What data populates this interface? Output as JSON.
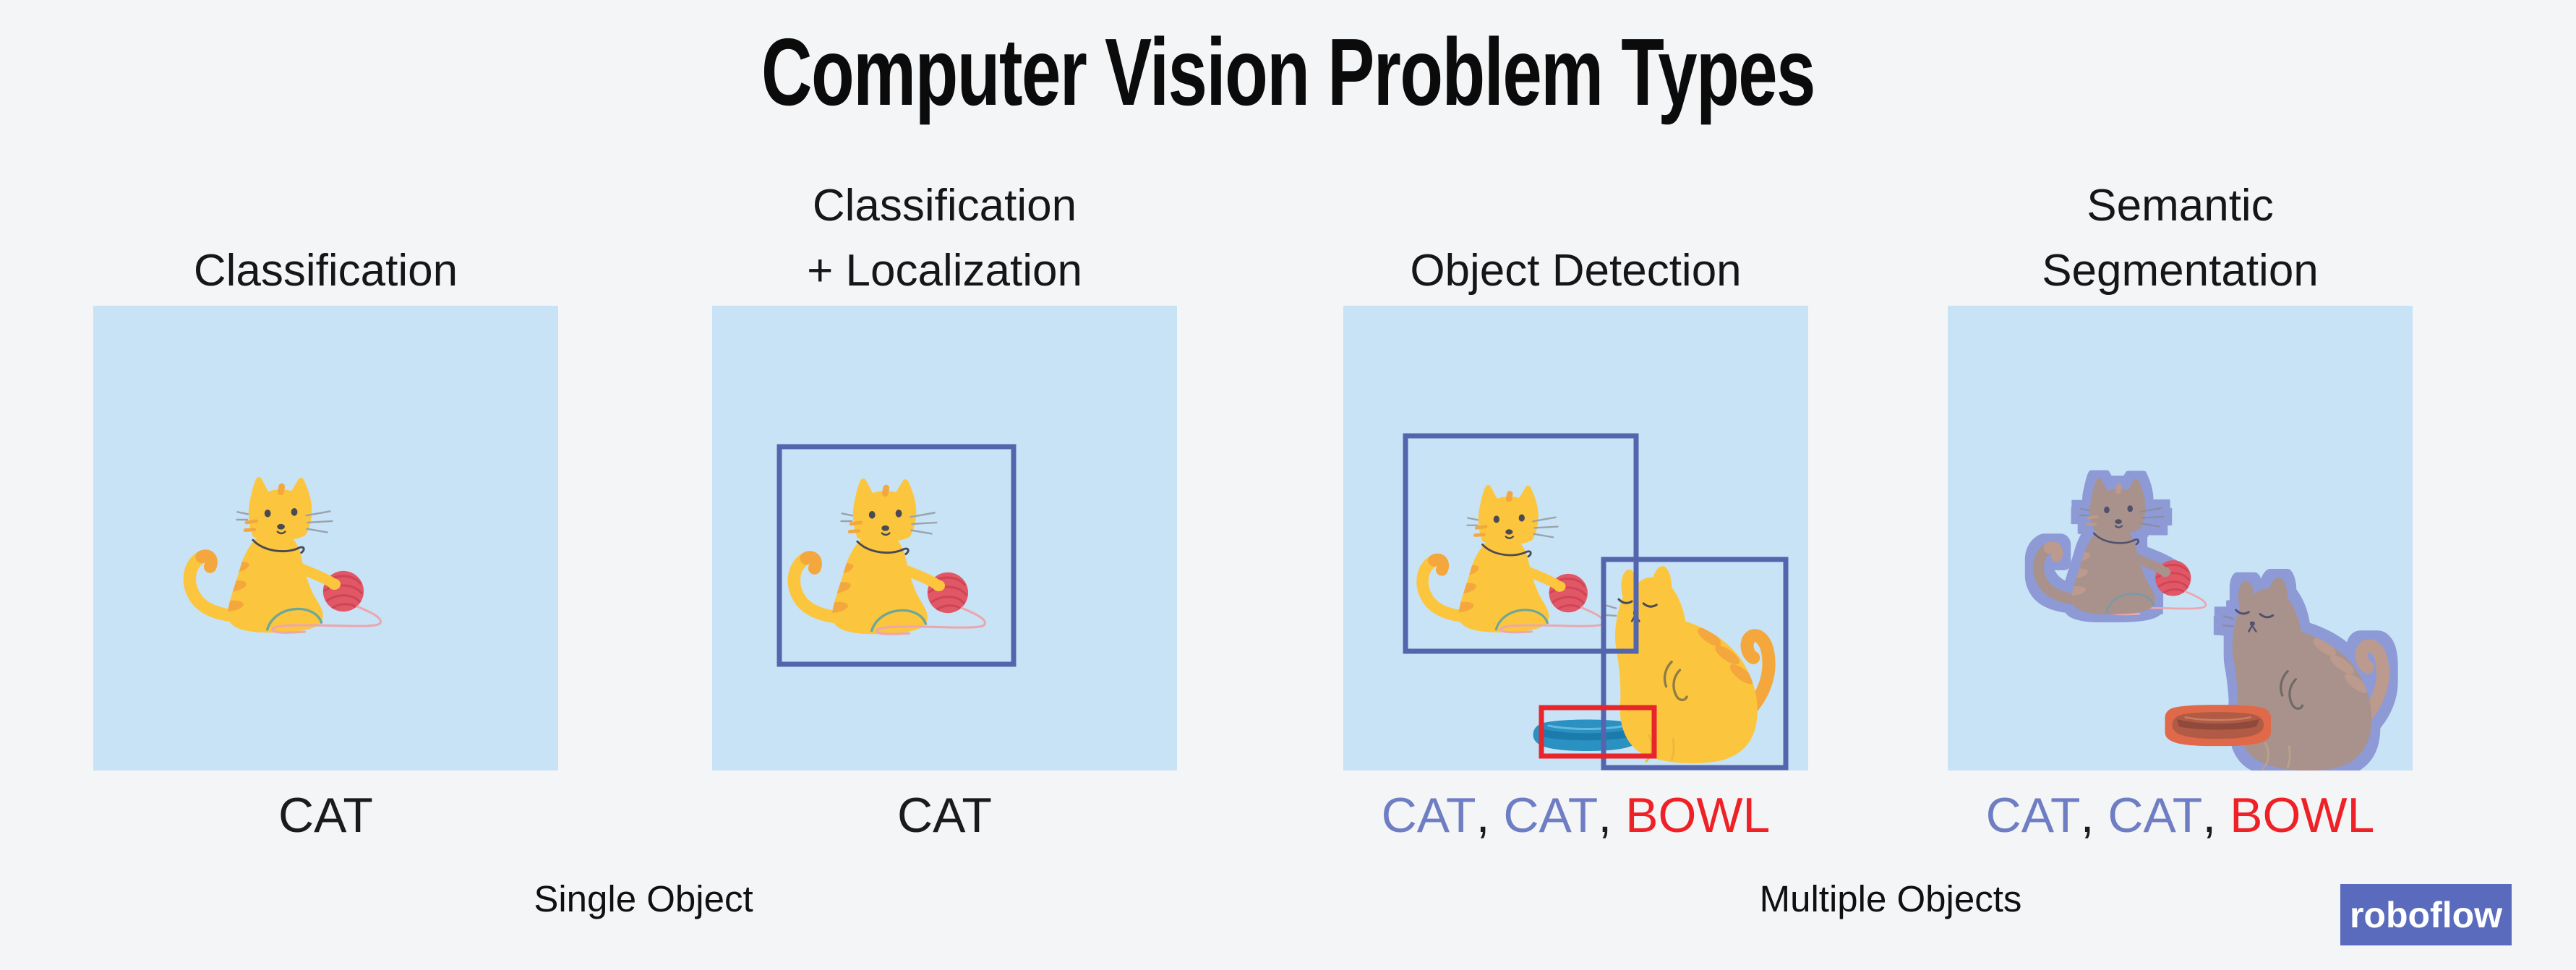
{
  "title": "Computer Vision Problem Types",
  "strings": {
    "comma": ", "
  },
  "panels": [
    {
      "name": "classification",
      "header_lines": [
        "Classification",
        ""
      ],
      "objects": [
        "cat"
      ],
      "result": "CAT"
    },
    {
      "name": "classification-localization",
      "header_lines": [
        "Classification",
        "+ Localization"
      ],
      "objects": [
        "cat"
      ],
      "result": "CAT"
    },
    {
      "name": "object-detection",
      "header_lines": [
        "Object Detection",
        ""
      ],
      "objects": [
        "cat",
        "cat",
        "bowl"
      ],
      "result_parts": {
        "cat1": "CAT",
        "cat2": "CAT",
        "bowl": "BOWL"
      }
    },
    {
      "name": "semantic-segmentation",
      "header_lines": [
        "Semantic",
        "Segmentation"
      ],
      "objects": [
        "cat",
        "cat",
        "bowl"
      ],
      "result_parts": {
        "cat1": "CAT",
        "cat2": "CAT",
        "bowl": "BOWL"
      }
    }
  ],
  "captions": {
    "single_object": "Single Object",
    "multiple_objects": "Multiple Objects"
  },
  "logo": {
    "text": "roboflow"
  },
  "colors": {
    "background": "#f4f5f7",
    "image_tile_blue": "#c8e3f6",
    "bounding_box_indigo": "#5565ad",
    "bounding_box_red": "#e8252a",
    "label_cat_blue": "#6f7dc3",
    "label_bowl_red": "#ee2226",
    "mask_cat_purple": "#8d9ad6",
    "mask_bowl_orange": "#e0694a",
    "cat_yellow": "#fbc63d",
    "cat_orange": "#f4a73c",
    "yarn_red": "#e25766",
    "bowl_blue": "#2b90c2",
    "logo_purple": "#5a6bbd",
    "title_black": "#0b0b0b"
  }
}
